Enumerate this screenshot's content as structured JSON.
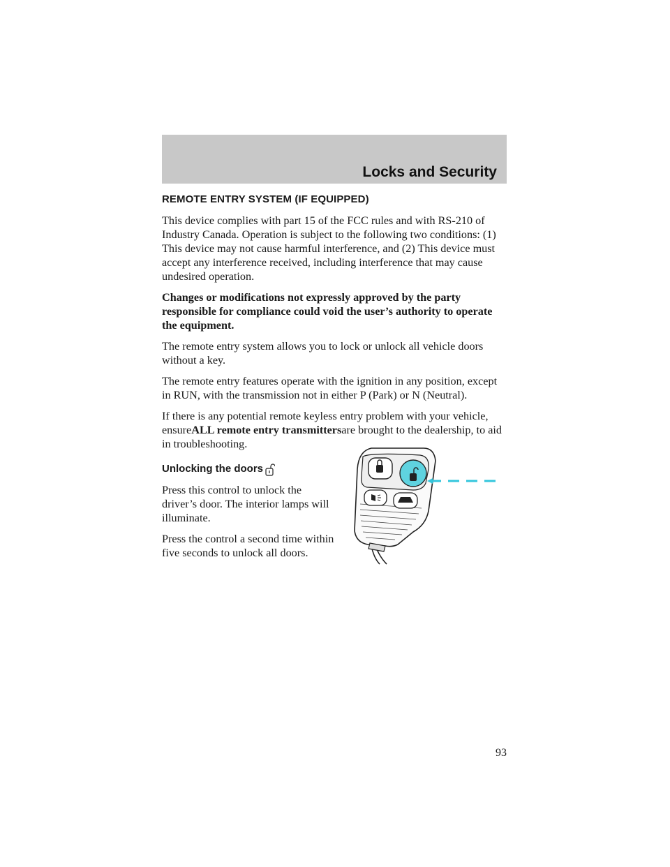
{
  "header": {
    "title": "Locks and Security"
  },
  "section": {
    "heading": "REMOTE ENTRY SYSTEM (IF EQUIPPED)",
    "paragraphs": {
      "fcc": "This device complies with part 15 of the FCC rules and with RS-210 of Industry Canada. Operation is subject to the following two conditions: (1) This device may not cause harmful interference, and (2) This device must accept any interference received, including interference that may cause undesired operation.",
      "warning": "Changes or modifications not expressly approved by the party responsible for compliance could void the user’s authority to operate the equipment.",
      "lock_unlock": "The remote entry system allows you to lock or unlock all vehicle doors without a key.",
      "ignition": "The remote entry features operate with the ignition in any position, except in RUN, with the transmission not in either P (Park) or N (Neutral).",
      "trouble_pre": "If there is any potential remote keyless entry problem with your vehicle, ensure",
      "trouble_bold": "ALL remote entry transmitters",
      "trouble_post": "are brought to the dealership, to aid in troubleshooting."
    }
  },
  "unlocking": {
    "heading": "Unlocking the doors",
    "icon": "unlock-icon",
    "p1": "Press this control to unlock the driver’s door. The interior lamps will illuminate.",
    "p2": "Press the control a second time within five seconds to unlock all doors."
  },
  "illustration": {
    "name": "remote-transmitter-fob",
    "highlight_color": "#5fd3e0",
    "callout_color": "#33c6dc"
  },
  "page_number": "93"
}
